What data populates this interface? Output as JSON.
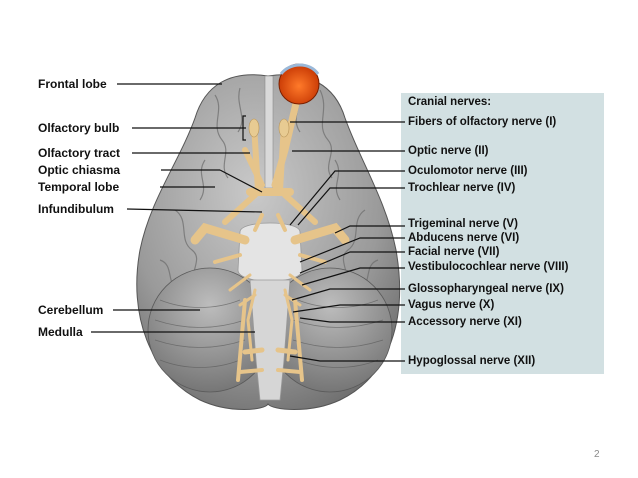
{
  "left_labels": {
    "frontal_lobe": "Frontal lobe",
    "olfactory_bulb": "Olfactory bulb",
    "olfactory_tract": "Olfactory tract",
    "optic_chiasma": "Optic chiasma",
    "temporal_lobe": "Temporal lobe",
    "infundibulum": "Infundibulum",
    "cerebellum": "Cerebellum",
    "medulla": "Medulla"
  },
  "cranial_nerves": {
    "heading": "Cranial nerves:",
    "items": [
      "Fibers of olfactory nerve (I)",
      "Optic nerve (II)",
      "Oculomotor nerve (III)",
      "Trochlear nerve (IV)",
      "Trigeminal nerve (V)",
      "Abducens nerve (VI)",
      "Facial nerve (VII)",
      "Vestibulocochlear nerve (VIII)",
      "Glossopharyngeal nerve (IX)",
      "Vagus nerve (X)",
      "Accessory nerve (XI)",
      "Hypoglossal nerve (XII)"
    ]
  },
  "slide": {
    "page_number": "2"
  },
  "colors": {
    "panel": "#d2e0e2",
    "brain": "#8e8e8e",
    "nerve": "#e6c48a",
    "eye": "#e84a12"
  }
}
